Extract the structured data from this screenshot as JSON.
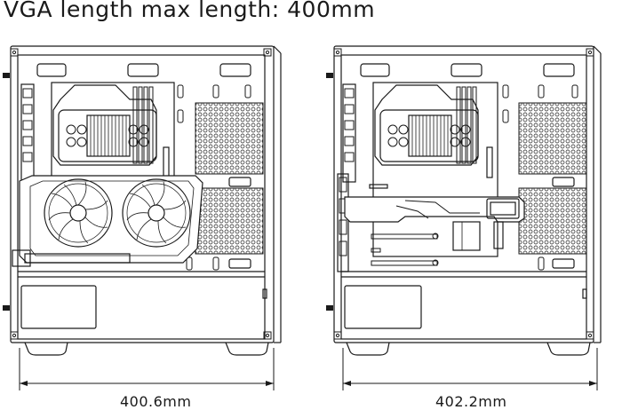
{
  "title": "VGA length max length: 400mm",
  "left_view": {
    "dimension_label": "400.6mm"
  },
  "right_view": {
    "dimension_label": "402.2mm"
  },
  "colors": {
    "line": "#1a1a1a",
    "background": "#ffffff"
  }
}
